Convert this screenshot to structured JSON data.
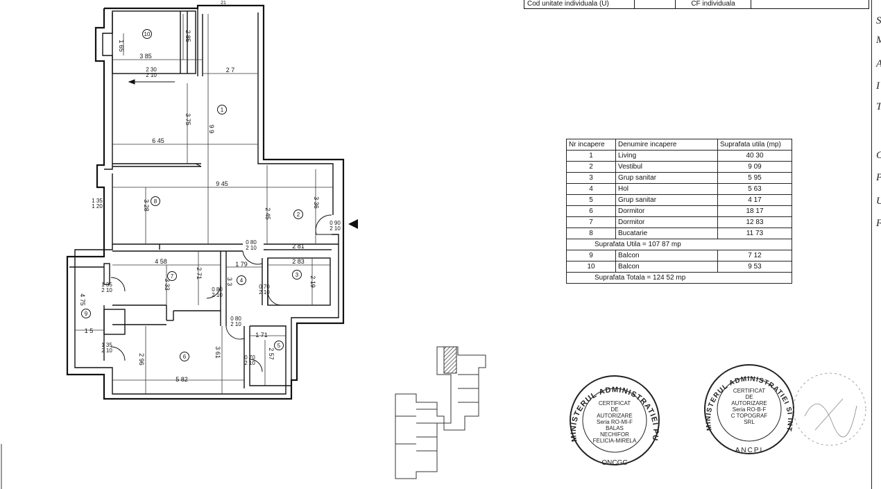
{
  "header": {
    "cod_label": "Cod unitate individuala (U)",
    "cf_label": "CF individuala"
  },
  "table": {
    "col_nr": "Nr incapere",
    "col_name": "Denumire incapere",
    "col_area": "Suprafata utila (mp)",
    "rows": [
      {
        "nr": "1",
        "name": "Living",
        "area": "40 30"
      },
      {
        "nr": "2",
        "name": "Vestibul",
        "area": "9 09"
      },
      {
        "nr": "3",
        "name": "Grup sanitar",
        "area": "5 95"
      },
      {
        "nr": "4",
        "name": "Hol",
        "area": "5 63"
      },
      {
        "nr": "5",
        "name": "Grup sanitar",
        "area": "4 17"
      },
      {
        "nr": "6",
        "name": "Dormitor",
        "area": "18 17"
      },
      {
        "nr": "7",
        "name": "Dormitor",
        "area": "12 83"
      },
      {
        "nr": "8",
        "name": "Bucatarie",
        "area": "11 73"
      }
    ],
    "subtotal": "Suprafata Utila = 107 87 mp",
    "balcony_rows": [
      {
        "nr": "9",
        "name": "Balcon",
        "area": "7 12"
      },
      {
        "nr": "10",
        "name": "Balcon",
        "area": "9 53"
      }
    ],
    "total": "Suprafata Totala = 124 52 mp"
  },
  "plan": {
    "room_numbers": [
      "1",
      "2",
      "3",
      "4",
      "5",
      "6",
      "7",
      "8",
      "9",
      "10"
    ],
    "dimensions": {
      "d_385": "3 85",
      "d_165": "1 65",
      "d_285": "2 85",
      "d_27": "2 7",
      "d_375": "3 75",
      "d_99": "9 9",
      "d_645": "6 45",
      "d_945": "9 45",
      "d_328": "3 28",
      "d_245": "2 45",
      "d_336": "3 36",
      "d_281": "2 81",
      "d_458": "4 58",
      "d_271": "2 71",
      "d_179": "1 79",
      "d_33": "3 3",
      "d_283": "2 83",
      "d_219": "2 19",
      "d_333": "3 33",
      "d_475": "4 75",
      "d_15": "1 5",
      "d_171": "1 71",
      "d_257": "2 57",
      "d_296": "2 96",
      "d_361": "3 61",
      "d_582": "5 82",
      "d_135": "1 35",
      "d_120": "1 20",
      "d_21": "21"
    },
    "doors": {
      "w230": "2 30",
      "h230": "2 10",
      "w090": "0 90",
      "h090": "2 10",
      "w080a": "0 80",
      "h080a": "2 10",
      "w080b": "0 80",
      "h080b": "2 10",
      "w080c": "0 80",
      "h080c": "2 10",
      "w070a": "0 70",
      "h070a": "2 10",
      "w070b": "0 70",
      "h070b": "2 10",
      "w135a": "1 35",
      "h135a": "2 10",
      "w135b": "1 35",
      "h135b": "2 10"
    }
  },
  "stamps": {
    "stamp1_ring": "MINISTERUL ADMINISTRATIEI PUBLICE",
    "stamp1_bottom": "ONCGC",
    "stamp1_center": [
      "CERTIFICAT",
      "DE",
      "AUTORIZARE",
      "Seria RO-MI-F",
      "BALAS",
      "NECHIFOR",
      "FELICIA-MIRELA"
    ],
    "stamp2_ring": "MINISTERUL ADMINISTRATIEI SI INTERNELOR",
    "stamp2_bottom": "ANCPI",
    "stamp2_center": [
      "CERTIFICAT",
      "DE",
      "AUTORIZARE",
      "Seria RO-B-F",
      "C TOPOGRAF",
      "SRL"
    ]
  },
  "margin_letters": [
    "S",
    "M",
    "A",
    "I",
    "T",
    "C",
    "P",
    "U",
    "F"
  ]
}
